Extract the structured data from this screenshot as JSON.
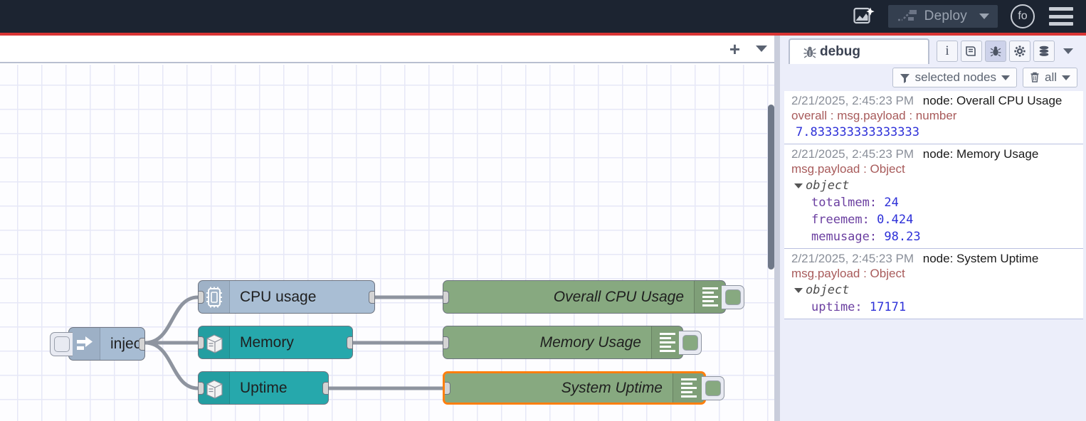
{
  "header": {
    "assistant_icon": "flow-assistant-icon",
    "deploy_label": "Deploy",
    "avatar_label": "fo",
    "menu_icon": "hamburger-menu-icon",
    "accent_color": "#d93434",
    "background_color": "#1c2431"
  },
  "workspace": {
    "add_tab_label": "+",
    "tab_menu_icon": "chevron-down-icon",
    "nodes": [
      {
        "id": "inject",
        "label": "inject",
        "type": "inject",
        "icon": "arrow-right-icon",
        "color": "#a7bcd3",
        "selected": false
      },
      {
        "id": "cpu-usage",
        "label": "CPU usage",
        "type": "cpu",
        "icon": "cpu-chip-icon",
        "color": "#a9bed4",
        "selected": false
      },
      {
        "id": "memory",
        "label": "Memory",
        "type": "os",
        "icon": "server-icon",
        "color": "#26a8ac",
        "selected": false
      },
      {
        "id": "uptime",
        "label": "Uptime",
        "type": "os",
        "icon": "server-icon",
        "color": "#26a8ac",
        "selected": false
      },
      {
        "id": "overall-cpu-usage",
        "label": "Overall CPU Usage",
        "type": "debug",
        "icon": "debug-lines-icon",
        "color": "#87a980",
        "selected": false
      },
      {
        "id": "memory-usage",
        "label": "Memory Usage",
        "type": "debug",
        "icon": "debug-lines-icon",
        "color": "#87a980",
        "selected": false
      },
      {
        "id": "system-uptime",
        "label": "System Uptime",
        "type": "debug",
        "icon": "debug-lines-icon",
        "color": "#87a980",
        "selected": true
      }
    ],
    "selected_border_color": "#ff7f0e"
  },
  "sidebar": {
    "tab_label": "debug",
    "tab_icon": "bug-icon",
    "icons": [
      {
        "name": "info-icon",
        "glyph": "i",
        "active": false
      },
      {
        "name": "library-book-icon",
        "glyph": "⌸",
        "active": false
      },
      {
        "name": "bug-icon",
        "glyph": "✱",
        "active": true
      },
      {
        "name": "gear-icon",
        "glyph": "⚙",
        "active": false
      },
      {
        "name": "context-data-icon",
        "glyph": "≡",
        "active": false
      }
    ],
    "overflow_icon": "chevron-down-icon",
    "filters": [
      {
        "name": "node-filter",
        "icon": "funnel-icon",
        "label": "selected nodes"
      },
      {
        "name": "clear-filter",
        "icon": "trash-icon",
        "label": "all"
      }
    ],
    "messages": [
      {
        "timestamp": "2/21/2025, 2:45:23 PM",
        "node": "node: Overall CPU Usage",
        "topic": "overall : msg.payload : number",
        "kind": "value",
        "value": "7.833333333333333"
      },
      {
        "timestamp": "2/21/2025, 2:45:23 PM",
        "node": "node: Memory Usage",
        "topic": "msg.payload : Object",
        "kind": "object",
        "object_label": "object",
        "properties": [
          {
            "key": "totalmem",
            "value": "24"
          },
          {
            "key": "freemem",
            "value": "0.424"
          },
          {
            "key": "memusage",
            "value": "98.23"
          }
        ]
      },
      {
        "timestamp": "2/21/2025, 2:45:23 PM",
        "node": "node: System Uptime",
        "topic": "msg.payload : Object",
        "kind": "object",
        "object_label": "object",
        "properties": [
          {
            "key": "uptime",
            "value": "17171"
          }
        ]
      }
    ]
  }
}
